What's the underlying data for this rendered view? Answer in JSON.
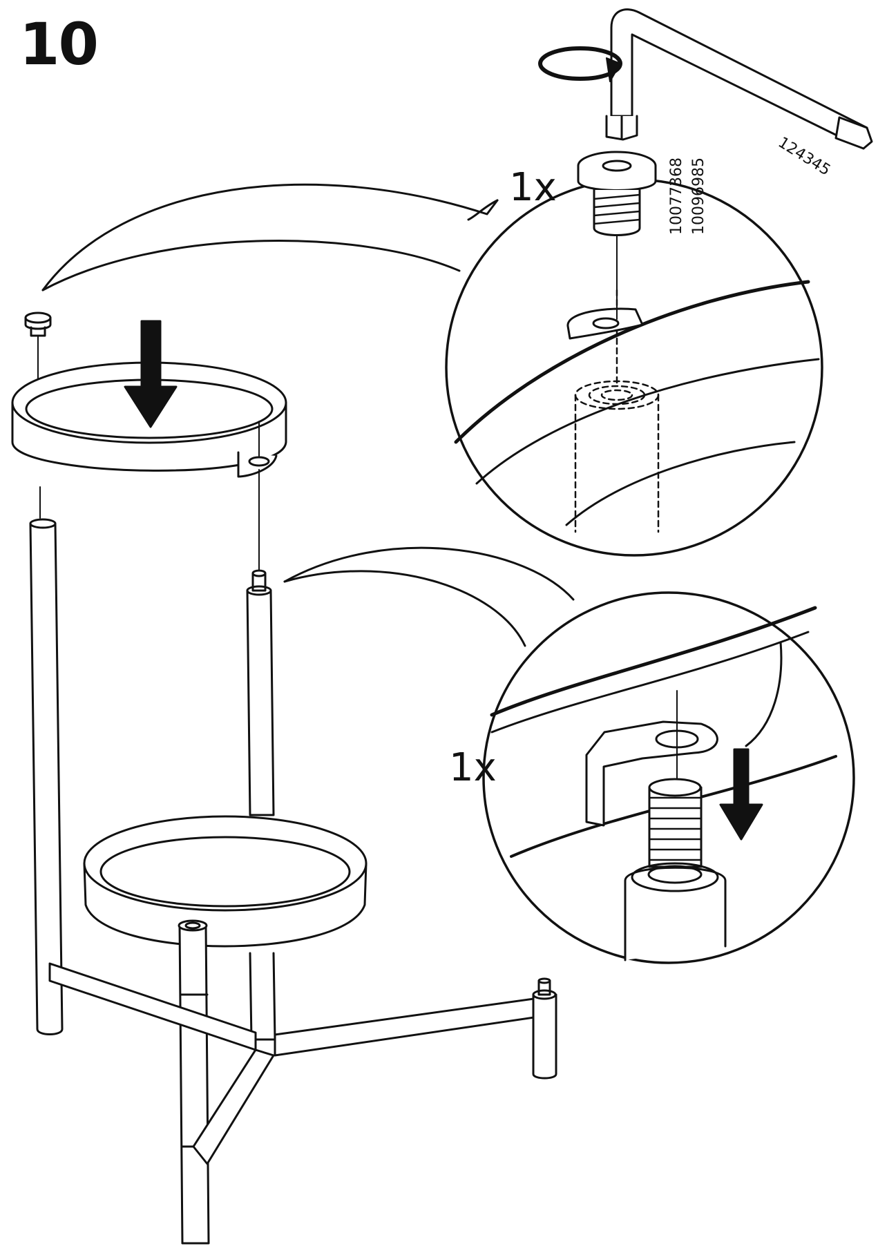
{
  "step": {
    "number": "10"
  },
  "callouts": {
    "screw": {
      "quantity": "1x",
      "part_numbers": [
        "10077368",
        "10096985"
      ],
      "tool_number": "124345"
    },
    "bracket": {
      "quantity": "1x"
    }
  },
  "colors": {
    "line": "#111111",
    "background": "#ffffff"
  },
  "icons": [
    "arrow-down-icon",
    "rotate-icon",
    "allen-key-icon",
    "screw-icon"
  ]
}
